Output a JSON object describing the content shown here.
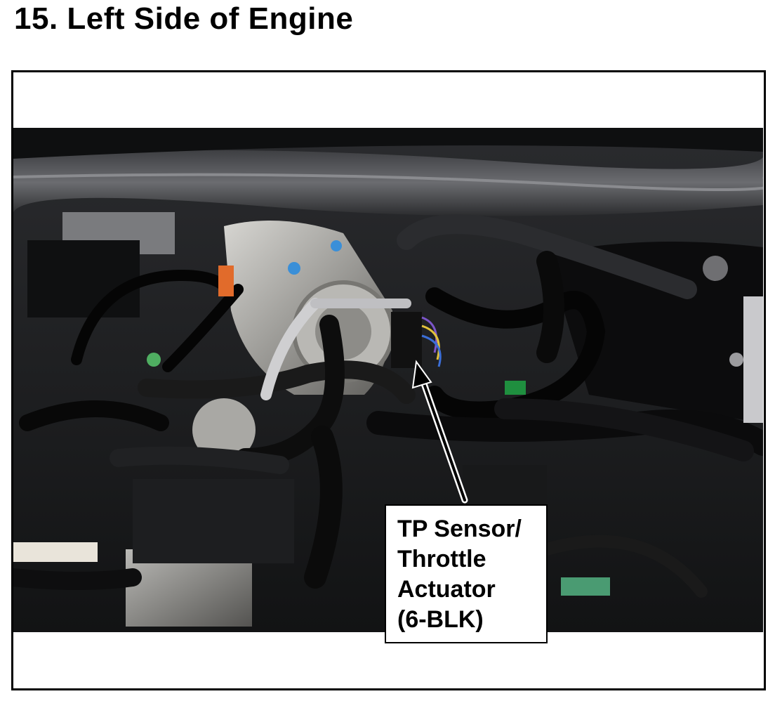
{
  "page": {
    "title": "15.  Left Side of Engine"
  },
  "figure": {
    "photo_subject": "engine-bay-photo",
    "callout": {
      "lines": [
        "TP Sensor/",
        "Throttle",
        "Actuator",
        "(6-BLK)"
      ]
    }
  }
}
